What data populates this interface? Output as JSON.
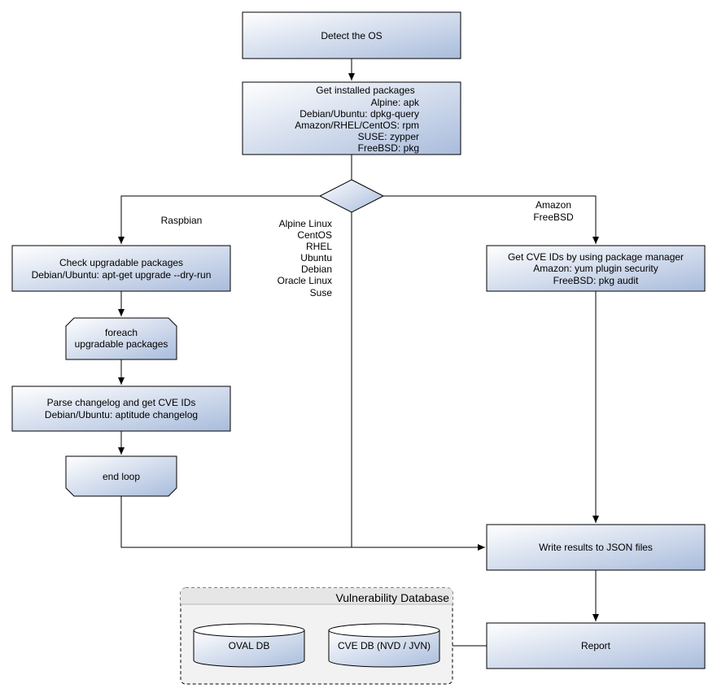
{
  "nodes": {
    "detect_os": {
      "label": "Detect the OS"
    },
    "installed_packages": {
      "lines": [
        "Get installed packages",
        "Alpine: apk",
        "Debian/Ubuntu: dpkg-query",
        "Amazon/RHEL/CentOS: rpm",
        "SUSE: zypper",
        "FreeBSD: pkg"
      ]
    },
    "check_upgradable": {
      "lines": [
        "Check upgradable packages",
        "Debian/Ubuntu: apt-get upgrade --dry-run"
      ]
    },
    "foreach": {
      "lines": [
        "foreach",
        "upgradable  packages"
      ]
    },
    "parse_changelog": {
      "lines": [
        "Parse changelog and get  CVE IDs",
        "Debian/Ubuntu: aptitude changelog"
      ]
    },
    "end_loop": {
      "label": "end loop"
    },
    "get_cve_ids": {
      "lines": [
        "Get CVE IDs by using package manager",
        "Amazon: yum plugin security",
        "FreeBSD: pkg audit"
      ]
    },
    "write_results": {
      "label": "Write results to JSON files"
    },
    "report": {
      "label": "Report"
    },
    "vuln_db": {
      "title": "Vulnerability Database",
      "oval": "OVAL DB",
      "cve": "CVE DB (NVD / JVN)"
    }
  },
  "branch_labels": {
    "raspbian": "Raspbian",
    "middle": [
      "Alpine Linux",
      "CentOS",
      "RHEL",
      "Ubuntu",
      "Debian",
      "Oracle Linux",
      "Suse"
    ],
    "right": [
      "Amazon",
      "FreeBSD"
    ]
  },
  "colors": {
    "fill_start": "#ffffff",
    "fill_end": "#a9bcdc",
    "stroke": "#000000",
    "db_bg": "#f2f2f2"
  }
}
